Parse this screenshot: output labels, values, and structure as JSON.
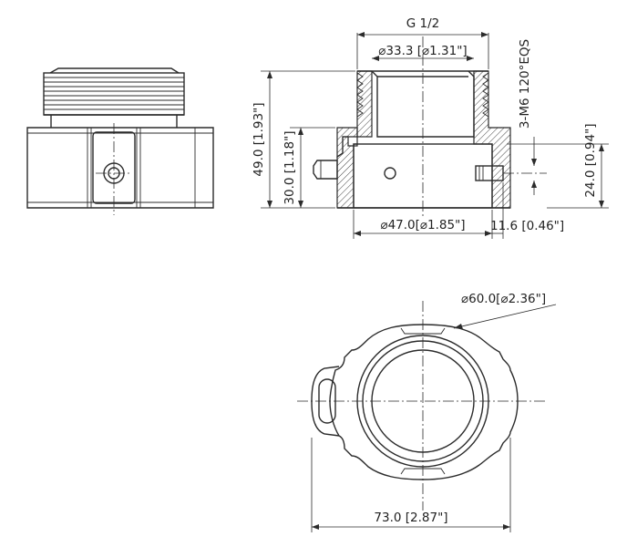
{
  "labels": {
    "thread": "G 1/2",
    "inner_diameter": "⌀33.3 [⌀1.31\"]",
    "screw_spec": "3-M6 120°EQS",
    "total_height": "49.0 [1.93\"]",
    "body_height": "30.0 [1.18\"]",
    "screw_height_right": "24.0 [0.94\"]",
    "outer_diameter": "⌀47.0[⌀1.85\"]",
    "screw_offset": "11.6 [0.46\"]",
    "flange_diameter": "⌀60.0[⌀2.36\"]",
    "overall_width": "73.0 [2.87\"]"
  },
  "views": [
    "side-view",
    "section-view",
    "top-view"
  ]
}
